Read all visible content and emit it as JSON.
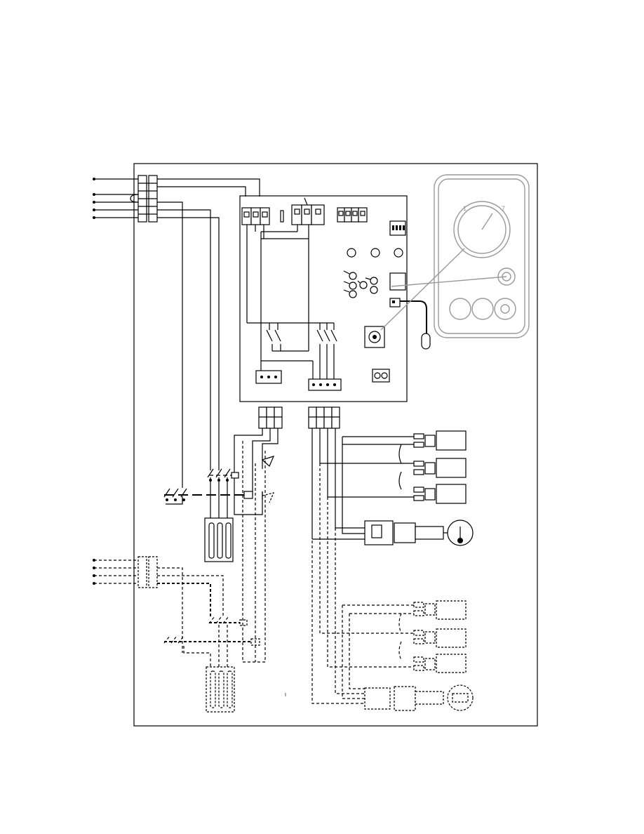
{
  "diagram": {
    "panel_labels": {
      "scale_min": "1",
      "scale_max": "7"
    },
    "fuse_label": "I"
  }
}
